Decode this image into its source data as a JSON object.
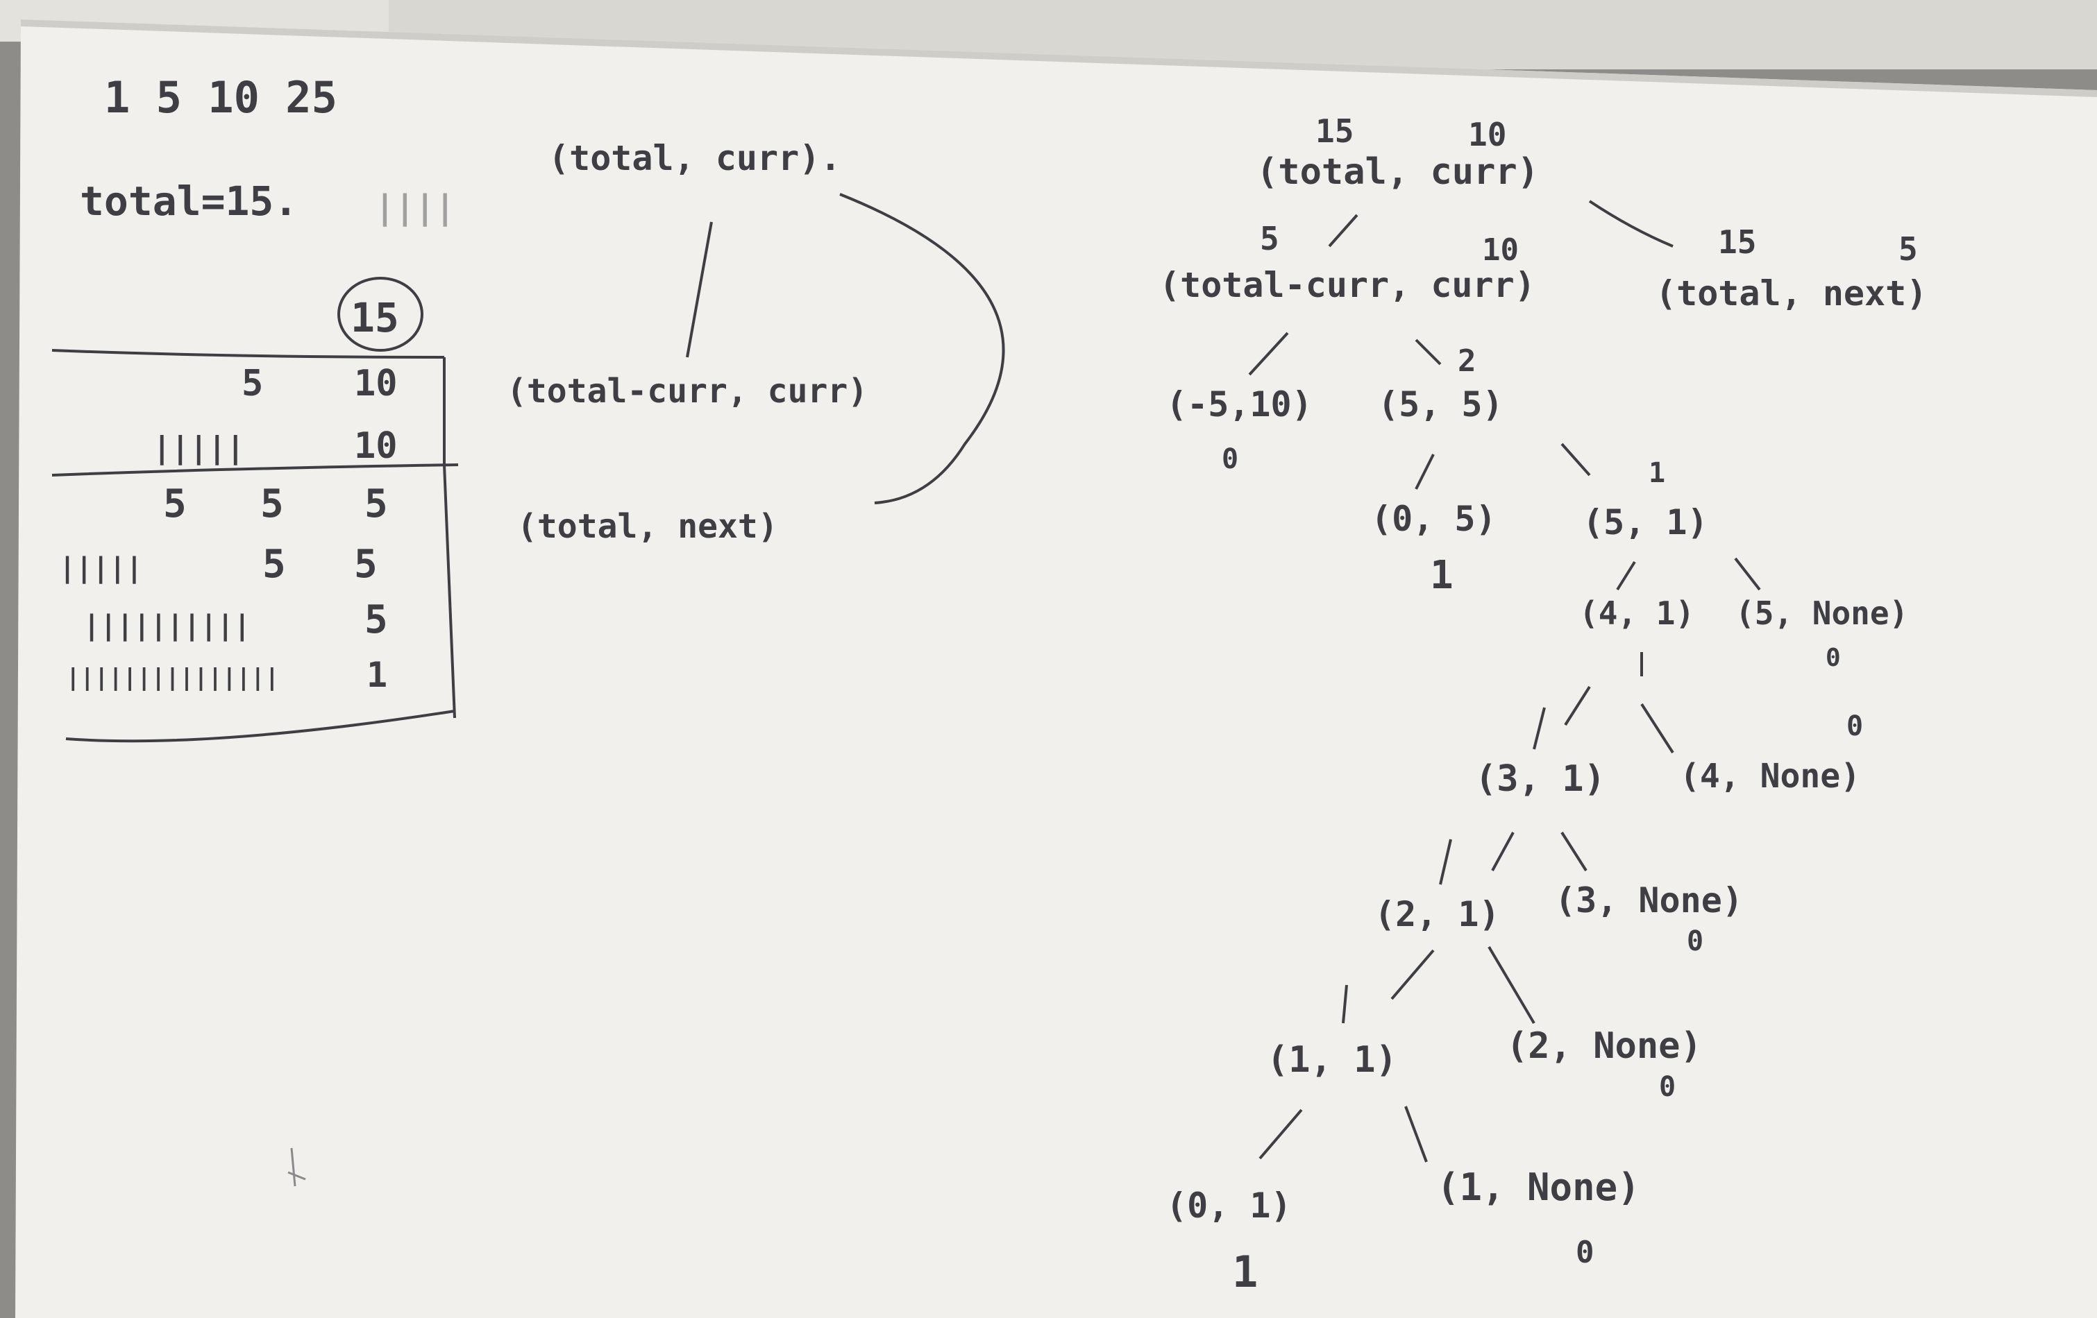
{
  "colors": {
    "paper": "#f1f0ec",
    "ink": "#3e3e44",
    "background": "#8e8c88",
    "shadow": "#cfcdc8"
  },
  "left_notes": {
    "coins": "1 5 10 25",
    "total": "total=15.",
    "tally_mark": "||||",
    "circled_total": "15",
    "table_rows": [
      [
        "5",
        "10"
      ],
      [
        "|||||",
        "10"
      ],
      [
        "5",
        "5",
        "5"
      ],
      [
        "|||||",
        "5",
        "5"
      ],
      [
        "||||||||||",
        "5"
      ],
      [
        "|||||||||||||||",
        "1"
      ]
    ]
  },
  "recursion_sketch": {
    "root": "(total, curr).",
    "left_child": "(total-curr, curr)",
    "right_child": "(total, next)"
  },
  "tree": {
    "root_values": [
      "15",
      "10"
    ],
    "root": "(total, curr)",
    "edge_left_value": "5",
    "left_values": [
      "10"
    ],
    "left": "(total-curr, curr)",
    "right_values": [
      "15",
      "5"
    ],
    "right": "(total, next)",
    "n1": "(-5,10)",
    "n1_result": "0",
    "n2": "(5, 5)",
    "n2_edge_left": "2",
    "n3": "(0, 5)",
    "n3_result": "1",
    "n4": "(5, 1)",
    "n4_edge_left": "1",
    "n5": "(4, 1)",
    "n6": "(5, None)",
    "n6_result": "0",
    "n7": "(3, 1)",
    "n8": "(4, None)",
    "n8_result": "0",
    "n9": "(2, 1)",
    "n10": "(3, None)",
    "n10_result": "0",
    "n11": "(1, 1)",
    "n12": "(2, None)",
    "n12_result": "0",
    "n13": "(0, 1)",
    "n13_result": "1",
    "n14": "(1, None)",
    "n14_result": "0"
  }
}
